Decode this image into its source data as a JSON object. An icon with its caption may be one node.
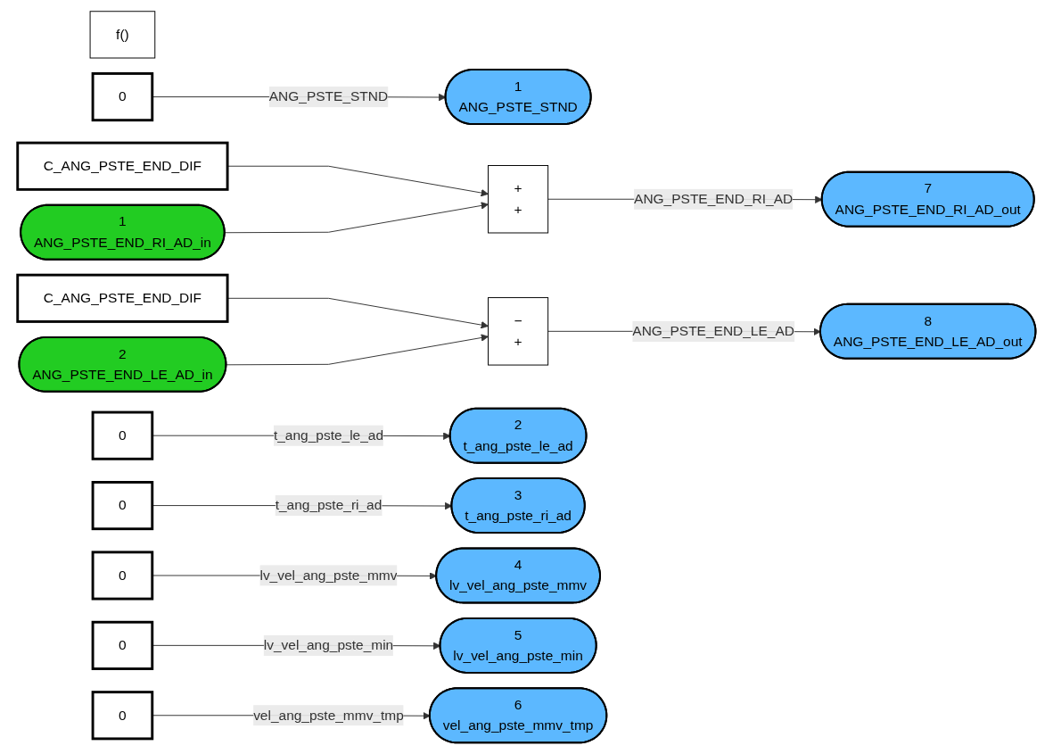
{
  "diagram": {
    "nodes": [
      {
        "text": [
          "f()"
        ]
      },
      {
        "text": [
          "0"
        ]
      },
      {
        "text": [
          "1",
          "ANG_PSTE_STND"
        ]
      },
      {
        "text": [
          "C_ANG_PSTE_END_DIF"
        ]
      },
      {
        "text": [
          "1",
          "ANG_PSTE_END_RI_AD_in"
        ]
      },
      {
        "text": [
          "+",
          "+"
        ]
      },
      {
        "text": [
          "7",
          "ANG_PSTE_END_RI_AD_out"
        ]
      },
      {
        "text": [
          "C_ANG_PSTE_END_DIF"
        ]
      },
      {
        "text": [
          "2",
          "ANG_PSTE_END_LE_AD_in"
        ]
      },
      {
        "text": [
          "−",
          "+"
        ]
      },
      {
        "text": [
          "8",
          "ANG_PSTE_END_LE_AD_out"
        ]
      },
      {
        "text": [
          "0"
        ]
      },
      {
        "text": [
          "2",
          "t_ang_pste_le_ad"
        ]
      },
      {
        "text": [
          "0"
        ]
      },
      {
        "text": [
          "3",
          "t_ang_pste_ri_ad"
        ]
      },
      {
        "text": [
          "0"
        ]
      },
      {
        "text": [
          "4",
          "lv_vel_ang_pste_mmv"
        ]
      },
      {
        "text": [
          "0"
        ]
      },
      {
        "text": [
          "5",
          "lv_vel_ang_pste_min"
        ]
      },
      {
        "text": [
          "0"
        ]
      },
      {
        "text": [
          "6",
          "vel_ang_pste_mmv_tmp"
        ]
      }
    ],
    "edges": [
      {
        "from": 1,
        "to": 2,
        "arrow": "to",
        "label": "ANG_PSTE_STND"
      },
      {
        "from": 3,
        "to": 5,
        "arrow": "to"
      },
      {
        "from": 4,
        "to": 5,
        "arrow": "to"
      },
      {
        "from": 5,
        "to": 6,
        "arrow": "to",
        "label": "ANG_PSTE_END_RI_AD"
      },
      {
        "from": 7,
        "to": 9,
        "arrow": "to"
      },
      {
        "from": 8,
        "to": 9,
        "arrow": "to"
      },
      {
        "from": 9,
        "to": 10,
        "arrow": "to",
        "label": "ANG_PSTE_END_LE_AD"
      },
      {
        "from": 11,
        "to": 12,
        "arrow": "to",
        "label": "t_ang_pste_le_ad"
      },
      {
        "from": 13,
        "to": 14,
        "arrow": "to",
        "label": "t_ang_pste_ri_ad"
      },
      {
        "from": 15,
        "to": 16,
        "arrow": "to",
        "label": "lv_vel_ang_pste_mmv"
      },
      {
        "from": 17,
        "to": 18,
        "arrow": "to",
        "label": "lv_vel_ang_pste_min"
      },
      {
        "from": 19,
        "to": 20,
        "arrow": "to",
        "label": "vel_ang_pste_mmv_tmp"
      }
    ]
  }
}
